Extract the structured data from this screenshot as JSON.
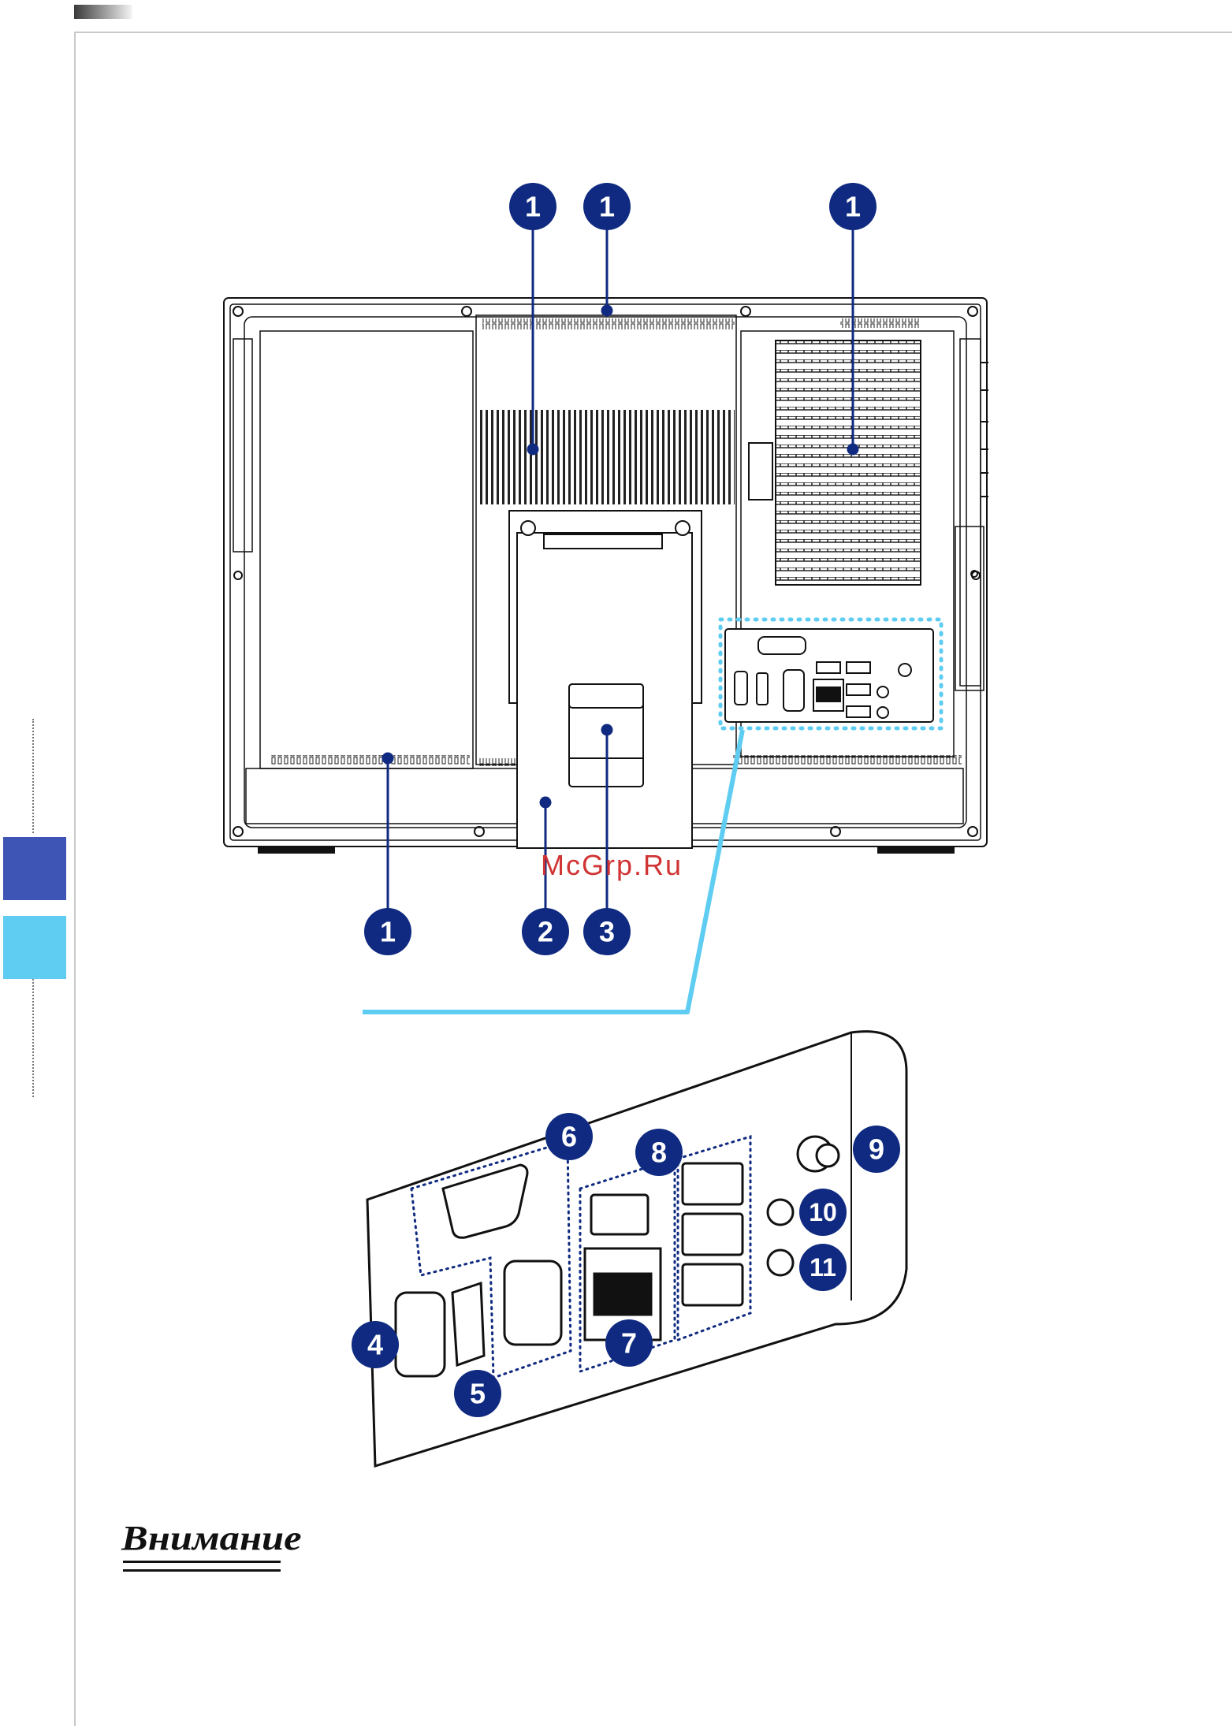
{
  "watermark": "McGrp.Ru",
  "notice_title": "Внимание",
  "callouts": {
    "c1": "1",
    "c2": "2",
    "c3": "3",
    "c4": "4",
    "c5": "5",
    "c6": "6",
    "c7": "7",
    "c8": "8",
    "c9": "9",
    "c10": "10",
    "c11": "11"
  },
  "colors": {
    "callout_fill": "#0f2a80",
    "zoom_outline": "#5fcdf2",
    "tab_dark": "#3f55b5",
    "tab_light": "#5fcdf2",
    "watermark": "#d03434"
  }
}
